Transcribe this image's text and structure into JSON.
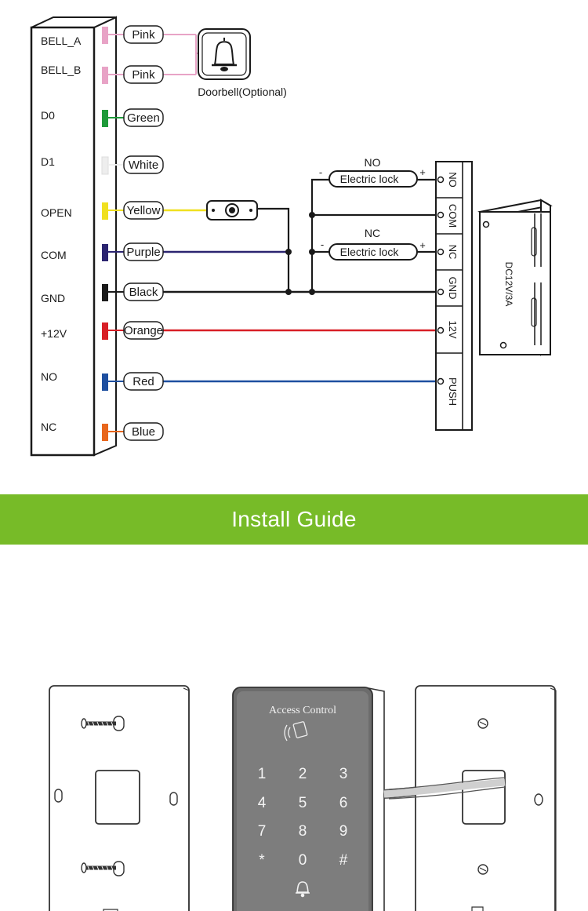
{
  "controller": {
    "terminals": [
      "BELL_A",
      "BELL_B",
      "D0",
      "D1",
      "OPEN",
      "COM",
      "GND",
      "+12V",
      "NO",
      "NC"
    ]
  },
  "wires": [
    {
      "label": "Pink",
      "color": "#e8a3c6"
    },
    {
      "label": "Pink",
      "color": "#e8a3c6"
    },
    {
      "label": "Green",
      "color": "#1f9a3a"
    },
    {
      "label": "White",
      "color": "#eeeeee"
    },
    {
      "label": "Yellow",
      "color": "#f0e020"
    },
    {
      "label": "Purple",
      "color": "#2b2470"
    },
    {
      "label": "Black",
      "color": "#1a1a1a"
    },
    {
      "label": "Orange",
      "color": "#d81f26"
    },
    {
      "label": "Red",
      "color": "#1e4fa0"
    },
    {
      "label": "Blue",
      "color": "#e8661c"
    }
  ],
  "doorbell": {
    "label": "Doorbell(Optional)"
  },
  "locks": [
    {
      "mode": "NO",
      "label": "Electric lock",
      "minus": "-",
      "plus": "+"
    },
    {
      "mode": "NC",
      "label": "Electric lock",
      "minus": "-",
      "plus": "+"
    }
  ],
  "terminal_block": {
    "labels": [
      "NO",
      "COM",
      "NC",
      "GND",
      "12V",
      "PUSH"
    ]
  },
  "power_supply": {
    "label": "DC12V/3A"
  },
  "banner": {
    "title": "Install Guide"
  },
  "device": {
    "title": "Access Control",
    "keys": [
      "1",
      "2",
      "3",
      "4",
      "5",
      "6",
      "7",
      "8",
      "9",
      "*",
      "0",
      "#"
    ]
  }
}
